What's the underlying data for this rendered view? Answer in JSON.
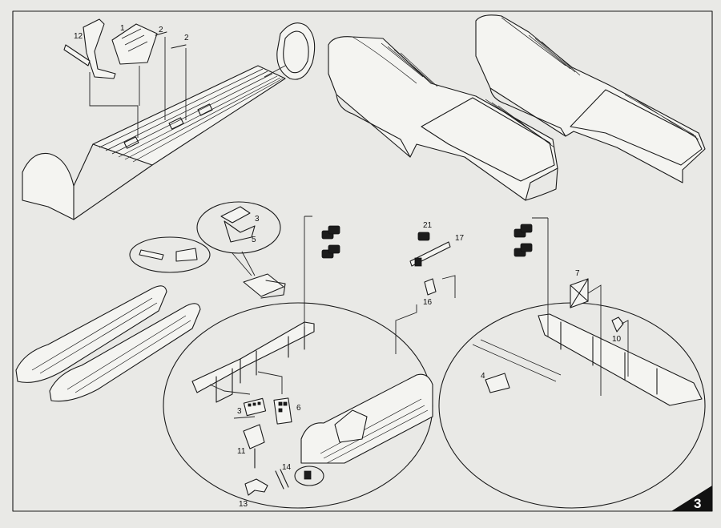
{
  "colors": {
    "paper": "#e9e9e6",
    "ink": "#1a1a1a",
    "part_fill": "#f4f4f1",
    "dark_part": "#1c1c1c"
  },
  "page": {
    "number": "3"
  },
  "callouts": {
    "c1": "1",
    "c2a": "2",
    "c2b": "2",
    "c12": "12",
    "c3top": "3",
    "c5": "5",
    "c21": "21",
    "c17": "17",
    "c16": "16",
    "c7": "7",
    "c10": "10",
    "c4": "4",
    "c3low": "3",
    "c6": "6",
    "c11": "11",
    "c14": "14",
    "c13": "13"
  }
}
